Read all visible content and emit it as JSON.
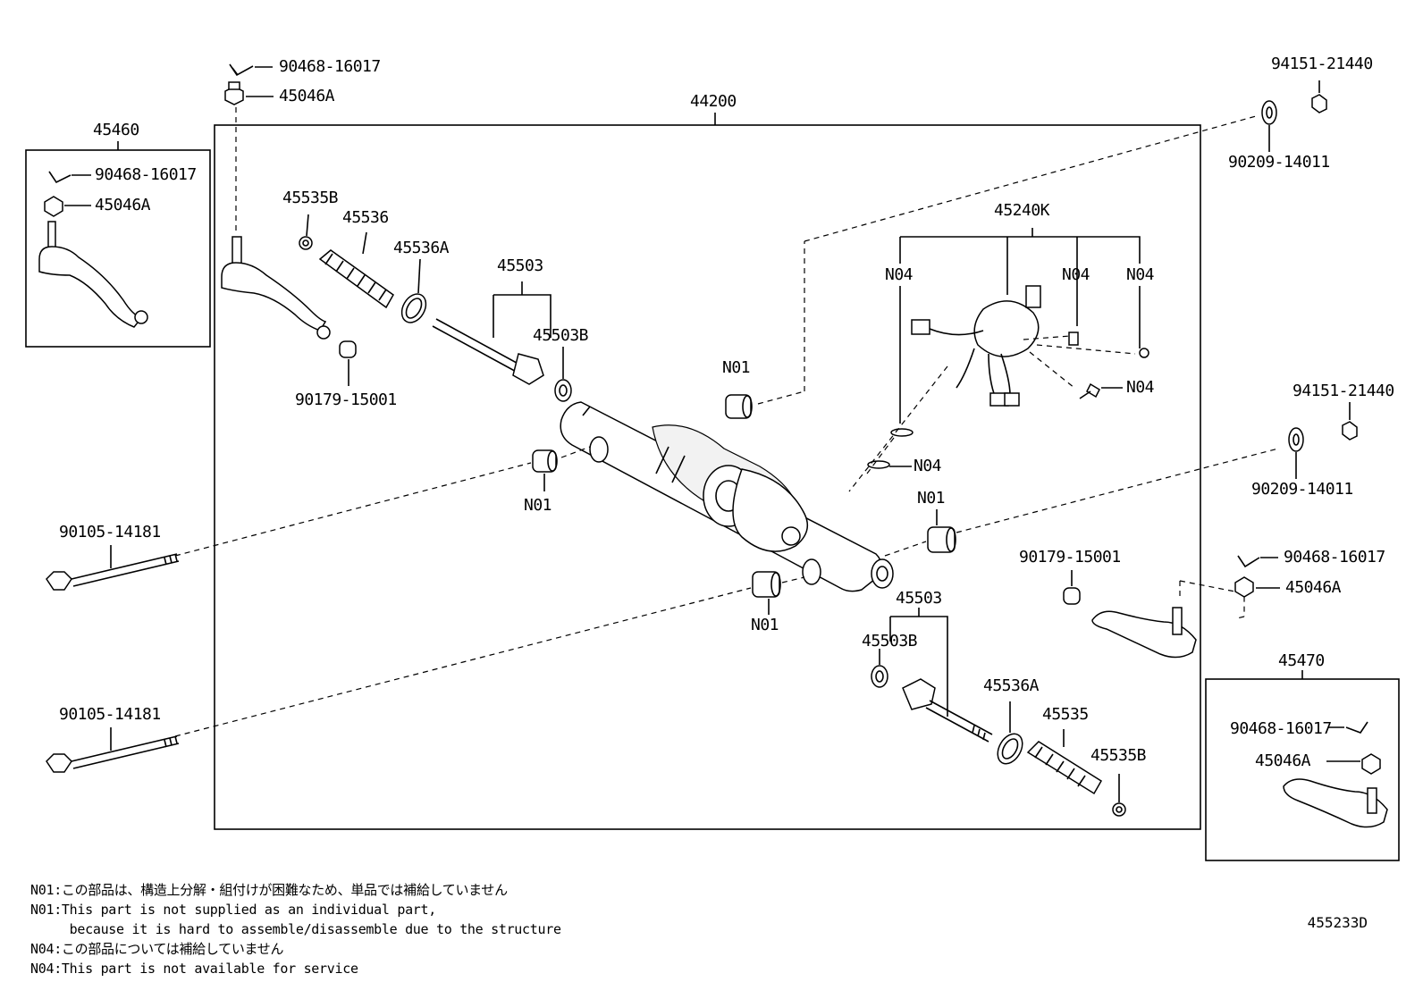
{
  "labels": {
    "p_44200": "44200",
    "p_45460": "45460",
    "p_45470": "45470",
    "p_90468_top": "90468-16017",
    "p_45046A_top": "45046A",
    "p_90468_l": "90468-16017",
    "p_45046A_l": "45046A",
    "p_45535B_l": "45535B",
    "p_45536": "45536",
    "p_45536A_l": "45536A",
    "p_45503_l": "45503",
    "p_45503B_l": "45503B",
    "p_90179_l": "90179-15001",
    "p_N01_a": "N01",
    "p_N01_b": "N01",
    "p_N01_c": "N01",
    "p_N01_d": "N01",
    "p_45240K": "45240K",
    "p_N04_a": "N04",
    "p_N04_b": "N04",
    "p_N04_c": "N04",
    "p_N04_d": "N04",
    "p_N04_e": "N04",
    "p_94151_top": "94151-21440",
    "p_90209_top": "90209-14011",
    "p_94151_mid": "94151-21440",
    "p_90209_mid": "90209-14011",
    "p_90105_a": "90105-14181",
    "p_90105_b": "90105-14181",
    "p_90179_r": "90179-15001",
    "p_90468_r": "90468-16017",
    "p_45046A_r": "45046A",
    "p_45503_r": "45503",
    "p_45503B_r": "45503B",
    "p_45536A_r": "45536A",
    "p_45535": "45535",
    "p_45535B_r": "45535B",
    "p_90468_rb": "90468-16017",
    "p_45046A_rb": "45046A"
  },
  "notes": [
    "N01:この部品は、構造上分解・組付けが困難なため、単品では補給していません",
    "N01:This part is not supplied as an individual part,",
    "     because it is hard to assemble/disassemble due to the structure",
    "N04:この部品については補給していません",
    "N04:This part is not available for service"
  ],
  "diagram_id": "455233D"
}
